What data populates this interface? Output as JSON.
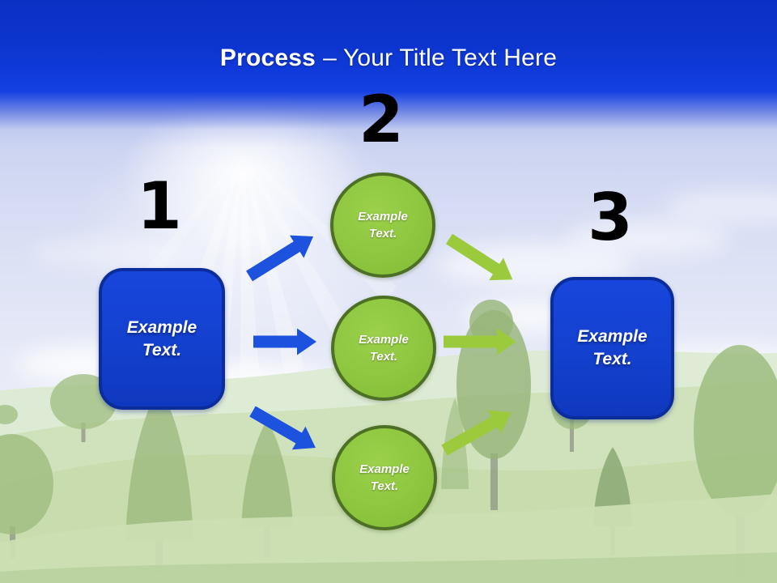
{
  "title": {
    "bold": "Process",
    "rest": "– Your Title Text Here"
  },
  "steps": [
    {
      "number": "1"
    },
    {
      "number": "2"
    },
    {
      "number": "3"
    }
  ],
  "nodes": {
    "start": {
      "label": "Example Text."
    },
    "middle": [
      {
        "label": "Example Text."
      },
      {
        "label": "Example Text."
      },
      {
        "label": "Example Text."
      }
    ],
    "end": {
      "label": "Example Text."
    }
  },
  "colors": {
    "band_blue": "#0d36d2",
    "box_fill": "#1341cd",
    "box_border": "#0b2d9b",
    "circle_fill": "#8ec63f",
    "circle_border": "#4d7026",
    "arrow_blue": "#1d52df",
    "arrow_green": "#9cca3d",
    "title_text": "#ffffff",
    "number_text": "#000000"
  }
}
